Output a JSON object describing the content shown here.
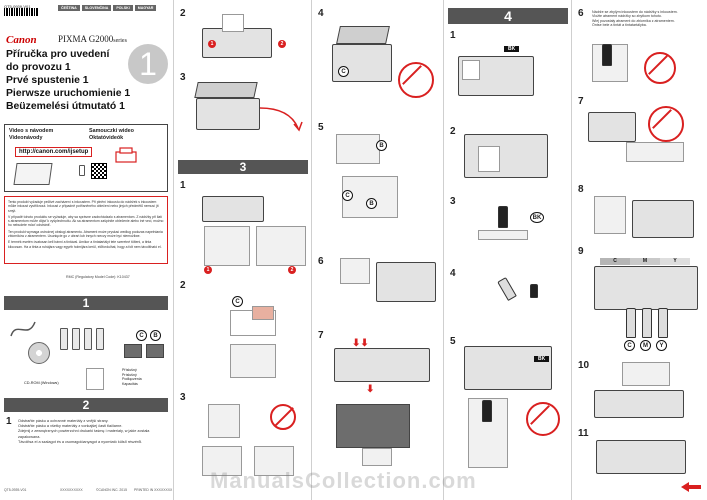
{
  "header": {
    "code": "QT5-0939-V01",
    "languages": [
      "ČEŠTINA",
      "SLOVENČINA",
      "POLSKI",
      "MAGYAR"
    ]
  },
  "brand": {
    "logo": "Canon",
    "model": "PIXMA G2000",
    "model_suffix": "series"
  },
  "titles": [
    "Příručka pro uvedení",
    "do provozu 1",
    "Prvé spustenie 1",
    "Pierwsze uruchomienie 1",
    "Beüzemelési útmutató 1"
  ],
  "big_number": "1",
  "video": {
    "left_label_1": "Video s návodem",
    "left_label_2": "Videonávody",
    "right_label_1": "Samouczki wideo",
    "right_label_2": "Oktatóvideók",
    "url": "http://canon.com/ijsetup"
  },
  "warning_paragraphs": [
    "Tento produkt vyžaduje pečlivé zacházení s inkoustem. Při plnění inkoustu do nádržek s inkoustem může inkoust vystříknout. Inkoust z případně potřísněného oblečení nebo jiných předmětů nemusí jít smýt.",
    "V případě tohoto produktu se vyžaduje, aby sa správne zaobchádzalo s atramentom. Z nádržky při liatí s atramentom môže dôjsť k vyšplechnutiu. Ak sa atramentom zašpiníte oblečenie alebo iné veci, možno ho nebudete môcť odstrániť.",
    "Ten produkt wymaga ostrożnej obsługi atramentu. Atrament może pryskać według podczas napełniania zbiorników z atramentem. Usunięcie go z ubrań lub innych rzeczy może być niemożliwe.",
    "E termék esetén óvatosan kell bánni a tintával. Amikor a tintatartályt tele szeretné tölteni, a tinta kiloccsan. Ha a tinta a ruhájára vagy egyéb holmijára kerül, előfordulhat, hogy a folt nem távolítható el."
  ],
  "rmc": "RMC (Regulatory Model Code): K10437",
  "sections": {
    "one": "1",
    "two": "2",
    "three": "3",
    "four": "4"
  },
  "cd_label": "CD-ROM (Windows)",
  "includes": [
    "Příslušný",
    "Príslušný",
    "Podłączenia",
    "Kapacitás"
  ],
  "bubbles": {
    "C": "C",
    "B": "B",
    "BK": "BK",
    "M": "M",
    "Y": "Y"
  },
  "remove_text": [
    "Odstraňte pásku a ochranné materiály z vnější strany.",
    "Odstráňte pásku a všetky materiály z vonkajšej časti tlačiarne.",
    "Zdejmij z zewnętrznych powierzchni drukarki taśmę i materiały, w jakie została zapakowana.",
    "Távolítsa el a szalagot és a csomagolóanyagot a nyomtató külső részéről."
  ],
  "steps": {
    "p2": [
      "2",
      "3",
      "1",
      "2",
      "3"
    ],
    "p3": [
      "4",
      "5",
      "6",
      "7"
    ],
    "p4": [
      "1",
      "2",
      "3",
      "4",
      "5"
    ],
    "p5": [
      "6",
      "7",
      "8",
      "9",
      "10",
      "11"
    ]
  },
  "red_numbers": [
    "1",
    "2"
  ],
  "ink_note": [
    "Nádrže se zbylým inkoustem do nádržky s inkoustem.",
    "Vložte atrament nádržky so zbytkom tohoto.",
    "Wlej pozostały atrament do zbiornika z atramentem.",
    "Öntse bele a tintát a tintatartályba."
  ],
  "footer": {
    "left": "QT5-0939-V01",
    "mid": "XXXXXXXXXX",
    "mid2": "©CANON INC. 2015",
    "right": "PRINTED IN XXXXXXXX"
  },
  "watermark": "ManualsCollection.com",
  "colors": {
    "accent_red": "#d92020",
    "band_gray": "#555555",
    "brand_red": "#cc0000"
  }
}
